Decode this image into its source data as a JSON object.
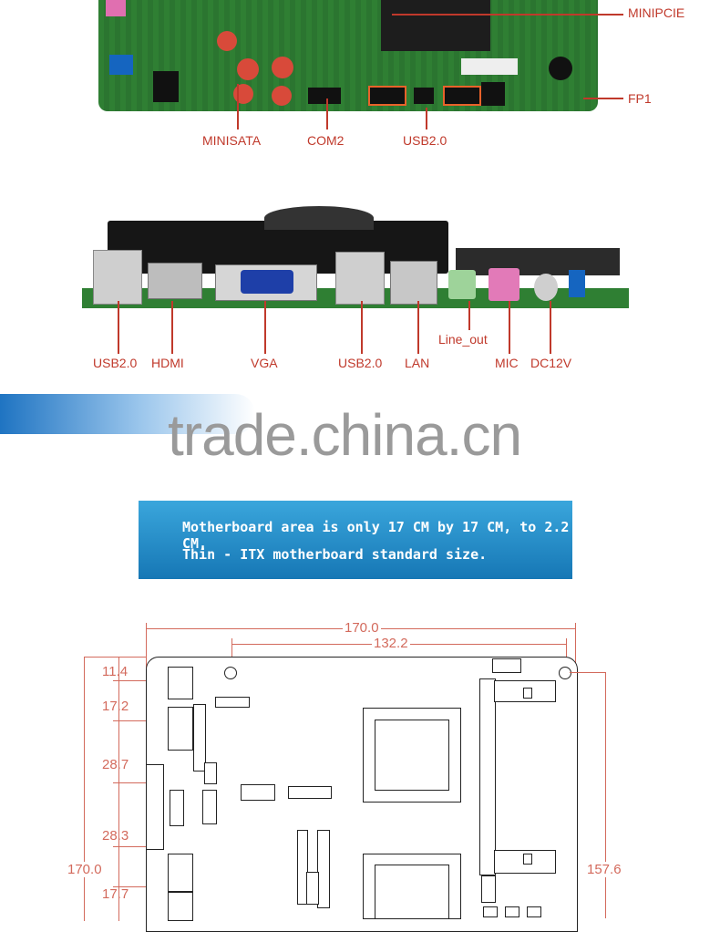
{
  "top_labels": [
    "MINIPCIE",
    "FP1",
    "MINISATA",
    "COM2",
    "USB2.0"
  ],
  "io_labels": [
    "USB2.0",
    "HDMI",
    "VGA",
    "USB2.0",
    "LAN",
    "Line_out",
    "MIC",
    "DC12V"
  ],
  "watermark": "trade.china.cn",
  "banner": {
    "line1": "Motherboard area is only 17 CM by 17 CM, to 2.2 CM,",
    "line2": "Thin - ITX motherboard standard size."
  },
  "dimensions": {
    "width_total": "170.0",
    "width_hole": "132.2",
    "height_total": "170.0",
    "height_hole": "157.6",
    "side": [
      "11.4",
      "17.2",
      "28.7",
      "28.3",
      "17.7"
    ]
  },
  "colors": {
    "label": "#c0392b",
    "pcb": "#2e7d32",
    "banner": "#1b86c6",
    "dimension": "#d36a5c"
  }
}
